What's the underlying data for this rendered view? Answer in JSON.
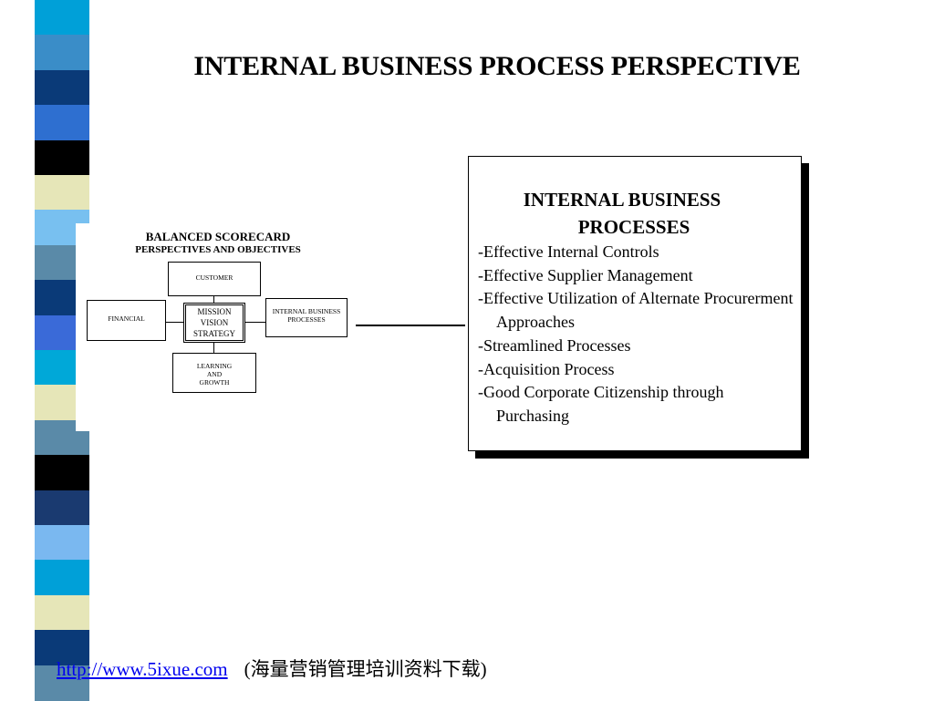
{
  "title": "INTERNAL BUSINESS PROCESS PERSPECTIVE",
  "diagram": {
    "title_line1": "BALANCED SCORECARD",
    "title_line2": "PERSPECTIVES AND OBJECTIVES",
    "customer": "CUSTOMER",
    "financial": "FINANCIAL",
    "internal_line1": "INTERNAL BUSINESS",
    "internal_line2": "PROCESSES",
    "mission_line1": "MISSION",
    "mission_line2": "VISION",
    "mission_line3": "STRATEGY",
    "learning_line1": "LEARNING",
    "learning_line2": "AND",
    "learning_line3": "GROWTH"
  },
  "panel": {
    "heading_line1": "INTERNAL BUSINESS",
    "heading_line2": "PROCESSES",
    "items": [
      "-Effective Internal Controls",
      "-Effective Supplier Management",
      "-Effective Utilization of Alternate Procurerment Approaches",
      "-Streamlined Processes",
      "-Acquisition Process",
      "-Good Corporate Citizenship through Purchasing"
    ]
  },
  "footer": {
    "link": "http://www.5ixue.com",
    "note": "(海量营销管理培训资料下载)"
  },
  "stripe_colors": [
    "#00a0d8",
    "#3a8dc8",
    "#0a3a78",
    "#2e6fd0",
    "#000000",
    "#e6e6b8",
    "#78c0f0",
    "#5a8aa8",
    "#0a3a78",
    "#3a6ad8",
    "#00a8d8",
    "#e6e6b8",
    "#5a8aa8",
    "#000000",
    "#1a3a70",
    "#7ab8f0",
    "#00a0d8",
    "#e6e6b8",
    "#0a3a78",
    "#5a8aa8"
  ]
}
